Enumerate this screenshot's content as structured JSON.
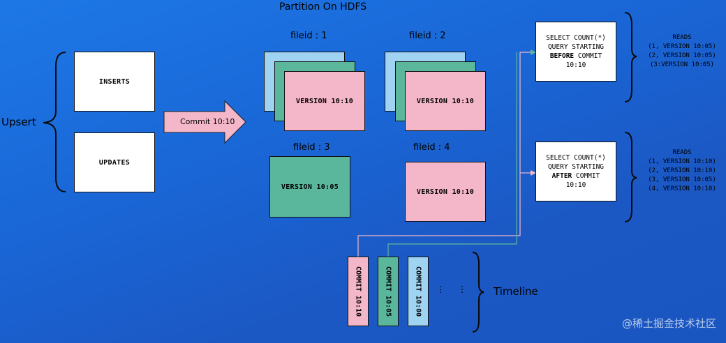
{
  "title": "Partition On HDFS",
  "upsert": {
    "label": "Upsert",
    "inserts": "INSERTS",
    "updates": "UPDATES"
  },
  "commit_arrow": "Commit 10:10",
  "files": [
    {
      "label": "fileid : 1",
      "version": "VERSION 10:10"
    },
    {
      "label": "fileid : 2",
      "version": "VERSION 10:10"
    },
    {
      "label": "fileid : 3",
      "version": "VERSION 10:05"
    },
    {
      "label": "fileid : 4",
      "version": "VERSION 10:10"
    }
  ],
  "query_before": {
    "line1": "SELECT COUNT(*)",
    "line2": "QUERY STARTING",
    "line3_bold": "BEFORE",
    "line3_rest": " COMMIT",
    "line4": "10:10"
  },
  "query_after": {
    "line1": "SELECT COUNT(*)",
    "line2": "QUERY STARTING",
    "line3_bold": "AFTER",
    "line3_rest": " COMMIT",
    "line4": "10:10"
  },
  "reads_before": {
    "title": "READS",
    "rows": [
      "(1, VERSION 10:05)",
      "(2, VERSION 10:05)",
      "(3:VERSION 10:05)"
    ]
  },
  "reads_after": {
    "title": "READS",
    "rows": [
      "(1, VERSION 10:10)",
      "(2, VERSION 10:10)",
      "(3, VERSION 10:05)",
      "(4, VERSION 10:10)"
    ]
  },
  "timeline": {
    "label": "Timeline",
    "commits": [
      "COMMIT 10:10",
      "COMMIT 10:05",
      "COMMIT 10:00"
    ],
    "ellipsis": "⋮"
  },
  "watermark": "@稀土掘金技术社区",
  "colors": {
    "pink": "#f4b7c9",
    "green": "#5bb79c",
    "blue": "#9fd3f1",
    "background": "#1a66d6"
  }
}
